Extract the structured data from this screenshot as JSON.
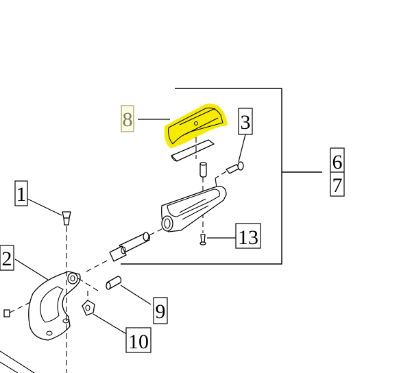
{
  "diagram": {
    "callouts": [
      {
        "id": "c1",
        "label": "1"
      },
      {
        "id": "c2",
        "label": "2"
      },
      {
        "id": "c3",
        "label": "3"
      },
      {
        "id": "c6",
        "label": "6"
      },
      {
        "id": "c7",
        "label": "7"
      },
      {
        "id": "c8",
        "label": "8",
        "highlighted": true
      },
      {
        "id": "c9",
        "label": "9"
      },
      {
        "id": "c10",
        "label": "10"
      },
      {
        "id": "c13",
        "label": "13"
      }
    ],
    "highlight_color": "#f2e600"
  }
}
